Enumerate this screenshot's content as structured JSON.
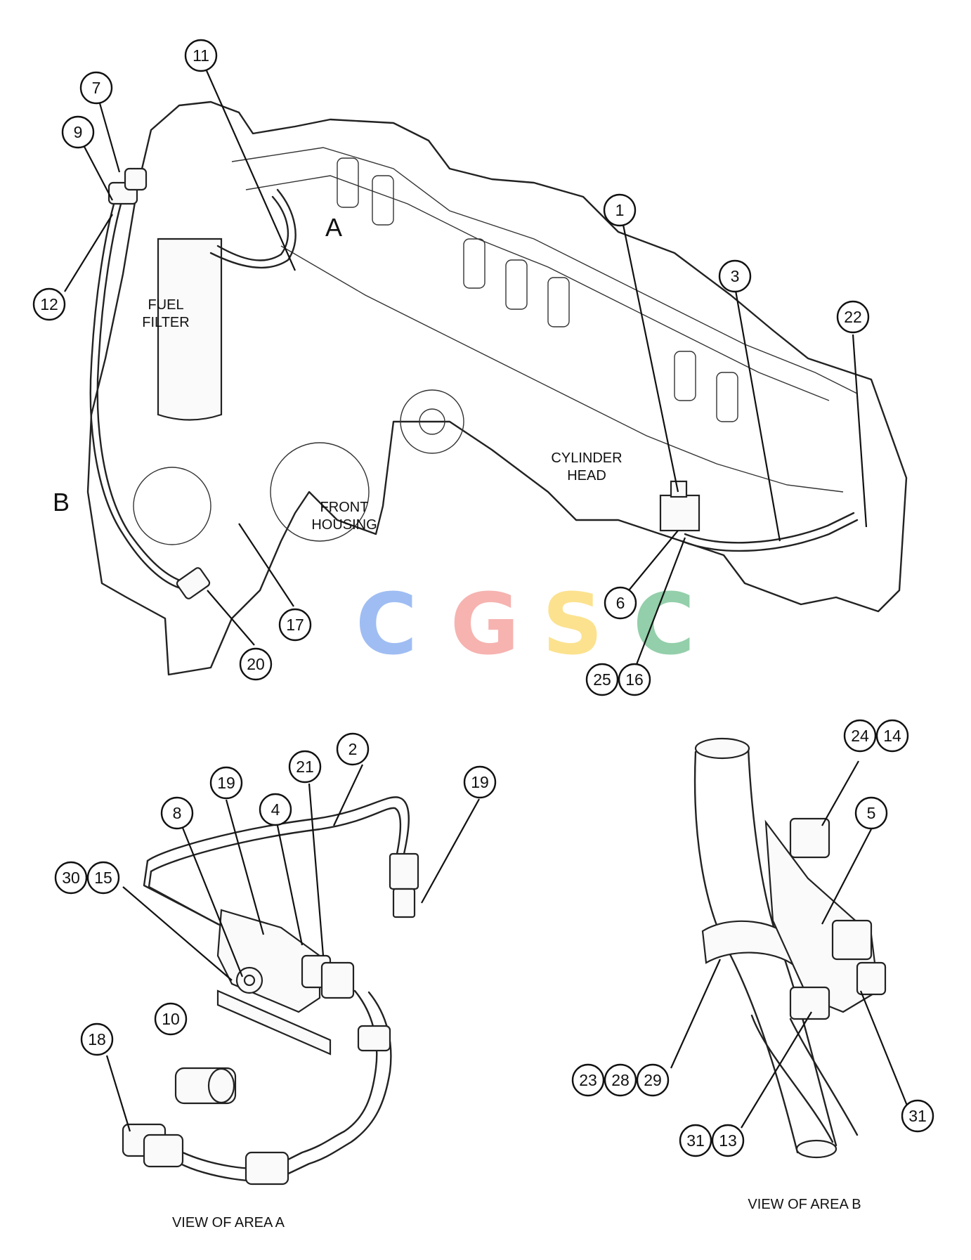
{
  "labels": {
    "fuel_filter_1": "FUEL",
    "fuel_filter_2": "FILTER",
    "cylinder_head_1": "CYLINDER",
    "cylinder_head_2": "HEAD",
    "front_housing_1": "FRONT",
    "front_housing_2": "HOUSING",
    "area_a": "A",
    "area_b": "B",
    "view_a": "VIEW OF AREA  A",
    "view_b": "VIEW OF AREA  B"
  },
  "watermark": {
    "letters": [
      "C",
      "G",
      "S",
      "C"
    ],
    "colors": [
      "#7fa8f0",
      "#f39a96",
      "#fbd96a",
      "#6fbf8e"
    ]
  },
  "callouts": {
    "c1": "1",
    "c2": "2",
    "c3": "3",
    "c4": "4",
    "c5": "5",
    "c6": "6",
    "c7": "7",
    "c8": "8",
    "c9": "9",
    "c10": "10",
    "c11": "11",
    "c12": "12",
    "c13": "13",
    "c14": "14",
    "c15": "15",
    "c16": "16",
    "c17": "17",
    "c18": "18",
    "c19a": "19",
    "c19b": "19",
    "c20": "20",
    "c21": "21",
    "c22": "22",
    "c23": "23",
    "c24": "24",
    "c25": "25",
    "c28": "28",
    "c29": "29",
    "c30": "30",
    "c31a": "31",
    "c31b": "31"
  }
}
